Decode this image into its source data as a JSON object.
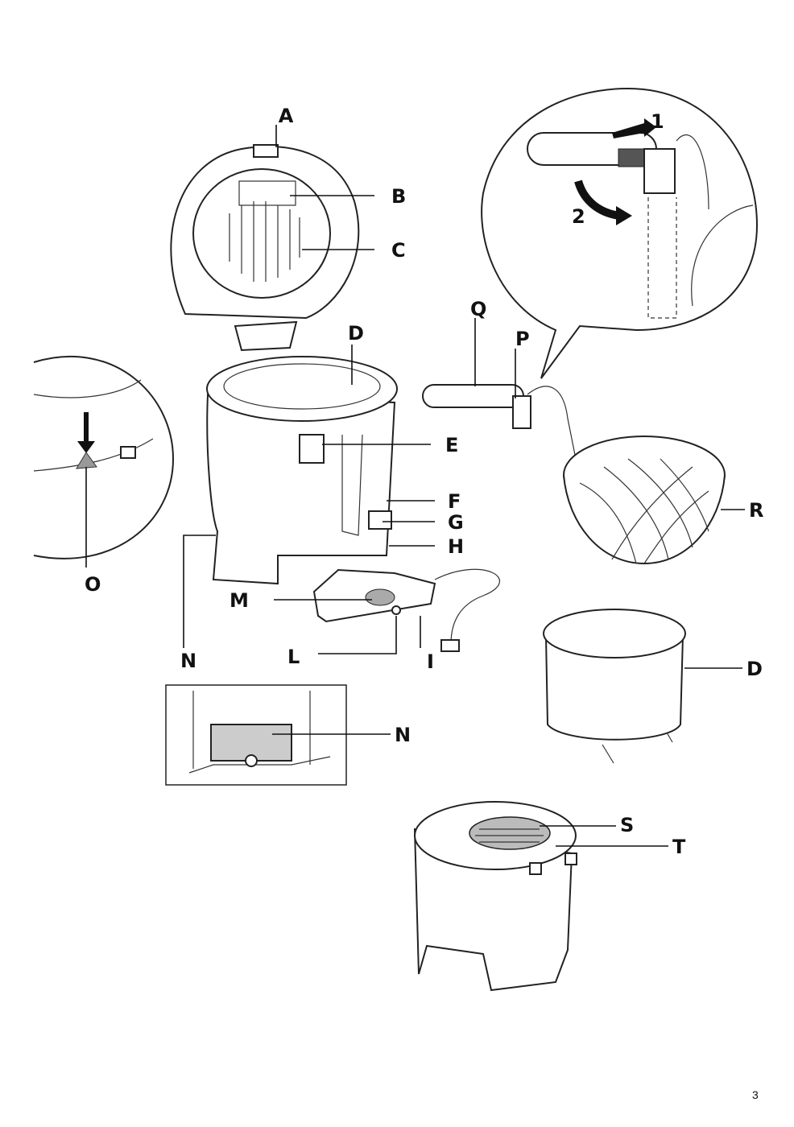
{
  "labels": {
    "A": "A",
    "B": "B",
    "C": "C",
    "D": "D",
    "E": "E",
    "F": "F",
    "G": "G",
    "H": "H",
    "I": "I",
    "L": "L",
    "M": "M",
    "N": "N",
    "O": "O",
    "P": "P",
    "Q": "Q",
    "R": "R",
    "S": "S",
    "T": "T"
  },
  "steps": {
    "one": "1",
    "two": "2"
  },
  "page_number": "3"
}
